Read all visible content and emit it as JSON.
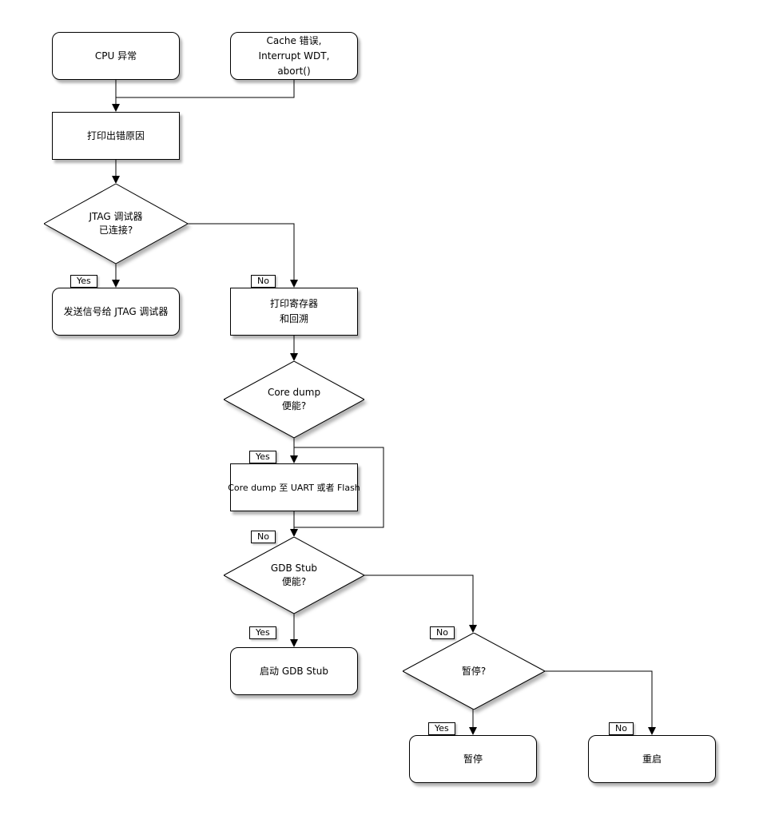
{
  "diagram": {
    "type": "flowchart",
    "colors": {
      "stroke": "#000000",
      "fill": "#ffffff",
      "shadow": "#b0b0b0"
    },
    "labels": {
      "yes": "Yes",
      "no": "No"
    },
    "nodes": {
      "cpu_exception": {
        "label": "CPU 异常"
      },
      "cache_error": {
        "line1": "Cache 错误,",
        "line2": "Interrupt WDT,",
        "line3": "abort()"
      },
      "print_error_reason": {
        "label": "打印出错原因"
      },
      "jtag_connected": {
        "line1": "JTAG 调试器",
        "line2": "已连接?"
      },
      "send_signal_jtag": {
        "label": "发送信号给 JTAG 调试器"
      },
      "print_registers": {
        "line1": "打印寄存器",
        "line2": "和回溯"
      },
      "core_dump_enabled": {
        "line1": "Core dump",
        "line2": "便能?"
      },
      "core_dump_dest": {
        "label": "Core dump 至 UART 或者 Flash"
      },
      "gdb_stub_enabled": {
        "line1": "GDB Stub",
        "line2": "便能?"
      },
      "start_gdb_stub": {
        "label": "启动 GDB Stub"
      },
      "halt_question": {
        "label": "暂停?"
      },
      "halt": {
        "label": "暂停"
      },
      "reboot": {
        "label": "重启"
      }
    }
  }
}
